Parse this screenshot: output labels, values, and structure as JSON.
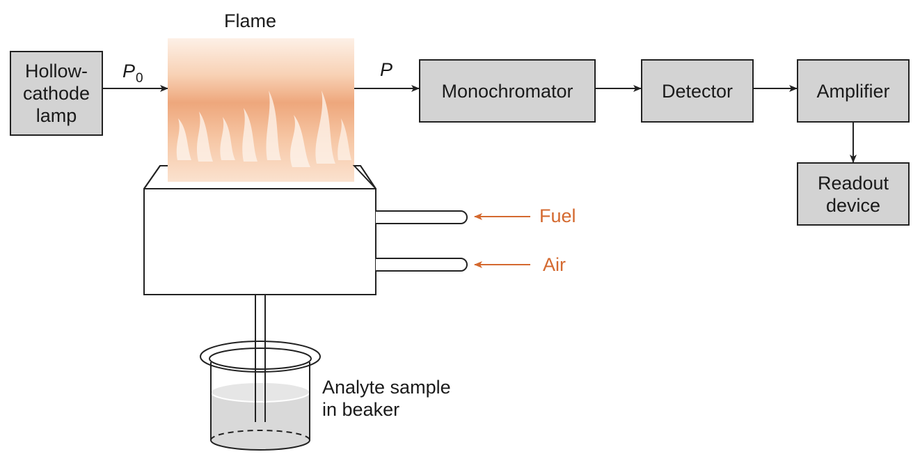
{
  "diagram": {
    "lamp": {
      "line1": "Hollow-",
      "line2": "cathode",
      "line3": "lamp"
    },
    "p0": {
      "symbol": "P",
      "subscript": "0"
    },
    "p": "P",
    "flame": "Flame",
    "monochromator": "Monochromator",
    "detector": "Detector",
    "amplifier": "Amplifier",
    "readout": {
      "line1": "Readout",
      "line2": "device"
    },
    "fuel": "Fuel",
    "air": "Air",
    "beaker": {
      "line1": "Analyte sample",
      "line2": "in beaker"
    },
    "colors": {
      "box_fill": "#d3d3d3",
      "line": "#222222",
      "accent": "#d4692f",
      "flame": "#f2b08a"
    }
  }
}
